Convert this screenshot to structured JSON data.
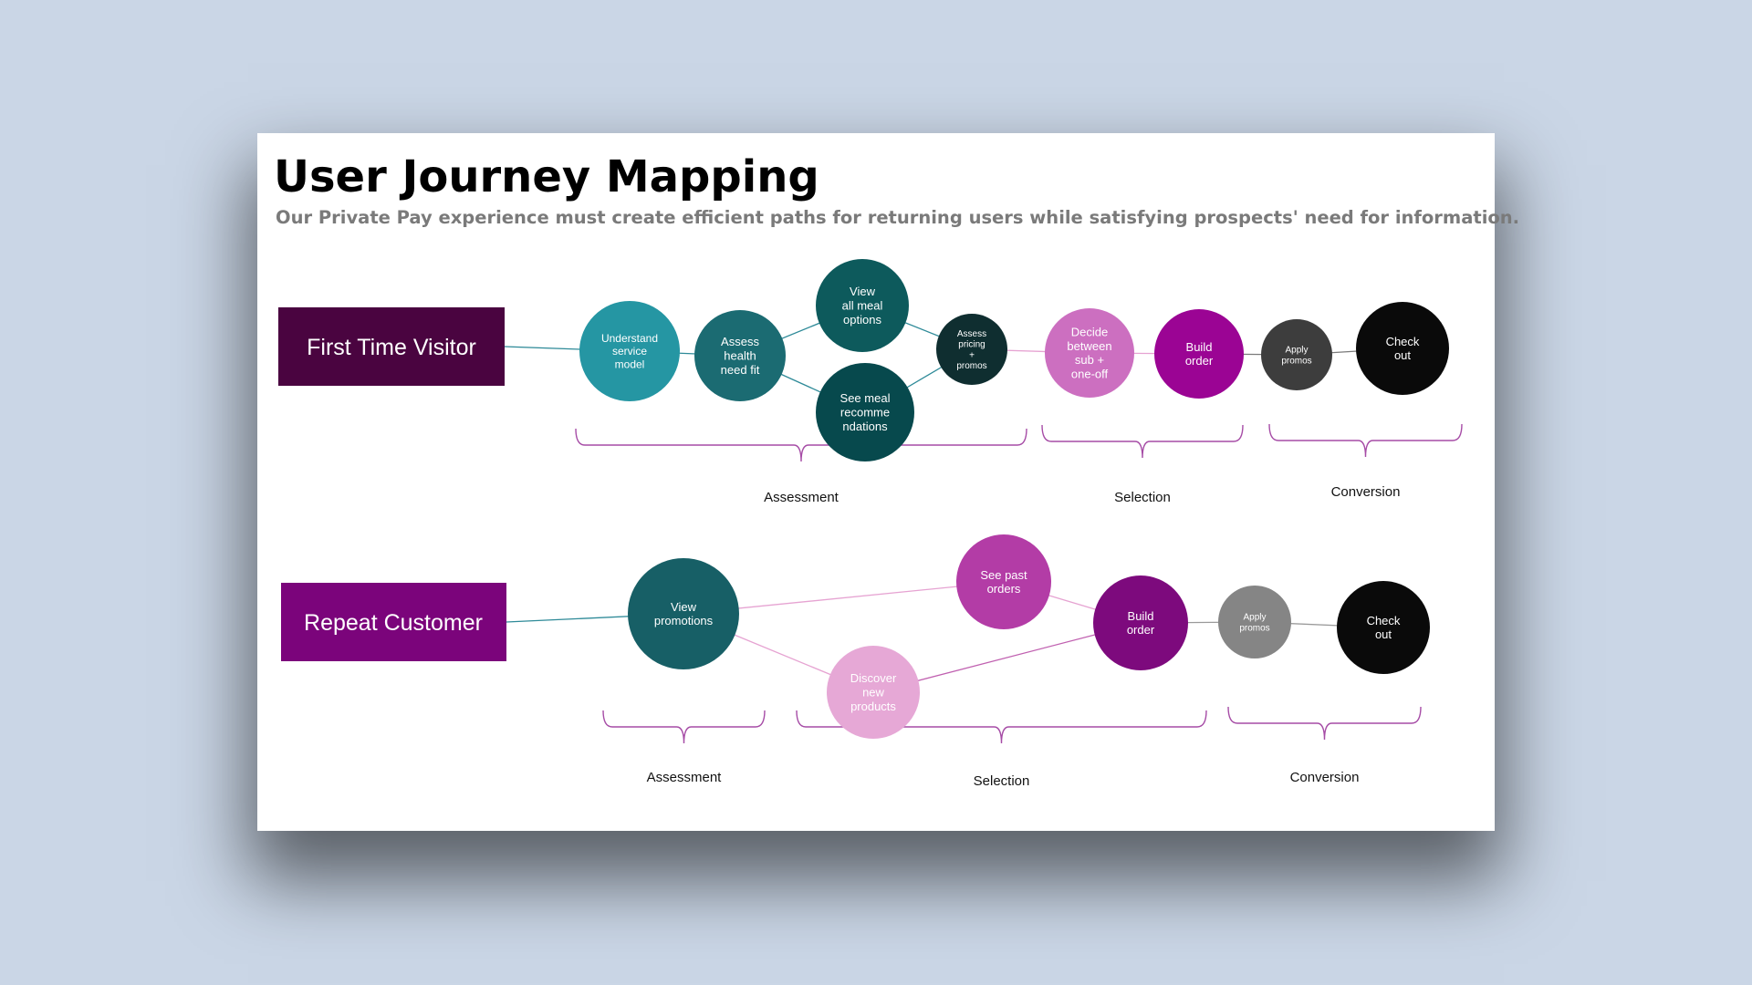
{
  "slide": {
    "title": "User Journey Mapping",
    "subtitle": "Our Private Pay experience must create efficient paths for returning users while satisfying prospects' need for information."
  },
  "colors": {
    "background": "#cad6e6",
    "slide": "#ffffff",
    "bracket": "#a64ca6",
    "teal_line": "#2e8a98",
    "pink_line": "#e6a3d2",
    "first_time_box": "#4a0440",
    "repeat_box": "#7b047b"
  },
  "lanes": [
    {
      "id": "first",
      "label": "First Time Visitor",
      "box_color": "#4a0440",
      "nodes": [
        {
          "id": "n1",
          "lines": [
            "Understand",
            "service",
            "model"
          ],
          "color": "#2596a3"
        },
        {
          "id": "n2",
          "lines": [
            "Assess",
            "health",
            "need fit"
          ],
          "color": "#1b6b72"
        },
        {
          "id": "n3",
          "lines": [
            "View",
            "all meal",
            "options"
          ],
          "color": "#0d5a5c"
        },
        {
          "id": "n4",
          "lines": [
            "See meal",
            "recomme",
            "ndations"
          ],
          "color": "#07494d"
        },
        {
          "id": "n5",
          "lines": [
            "Assess",
            "pricing",
            "+",
            "promos"
          ],
          "color": "#0f2e30"
        },
        {
          "id": "n6",
          "lines": [
            "Decide",
            "between",
            "sub +",
            "one-off"
          ],
          "color": "#cc6fc0"
        },
        {
          "id": "n7",
          "lines": [
            "Build",
            "order"
          ],
          "color": "#9b0494"
        },
        {
          "id": "n8",
          "lines": [
            "Apply",
            "promos"
          ],
          "color": "#3d3d3d"
        },
        {
          "id": "n9",
          "lines": [
            "Check",
            "out"
          ],
          "color": "#0a0a0a"
        }
      ],
      "phases": [
        "Assessment",
        "Selection",
        "Conversion"
      ]
    },
    {
      "id": "repeat",
      "label": "Repeat Customer",
      "box_color": "#7b047b",
      "nodes": [
        {
          "id": "r1",
          "lines": [
            "View",
            "promotions"
          ],
          "color": "#175f66"
        },
        {
          "id": "r2",
          "lines": [
            "See past",
            "orders"
          ],
          "color": "#b33ca6"
        },
        {
          "id": "r3",
          "lines": [
            "Discover",
            "new",
            "products"
          ],
          "color": "#e6a8d6"
        },
        {
          "id": "r4",
          "lines": [
            "Build",
            "order"
          ],
          "color": "#7d0a7d"
        },
        {
          "id": "r5",
          "lines": [
            "Apply",
            "promos"
          ],
          "color": "#858585"
        },
        {
          "id": "r6",
          "lines": [
            "Check",
            "out"
          ],
          "color": "#0a0a0a"
        }
      ],
      "phases": [
        "Assessment",
        "Selection",
        "Conversion"
      ]
    }
  ]
}
